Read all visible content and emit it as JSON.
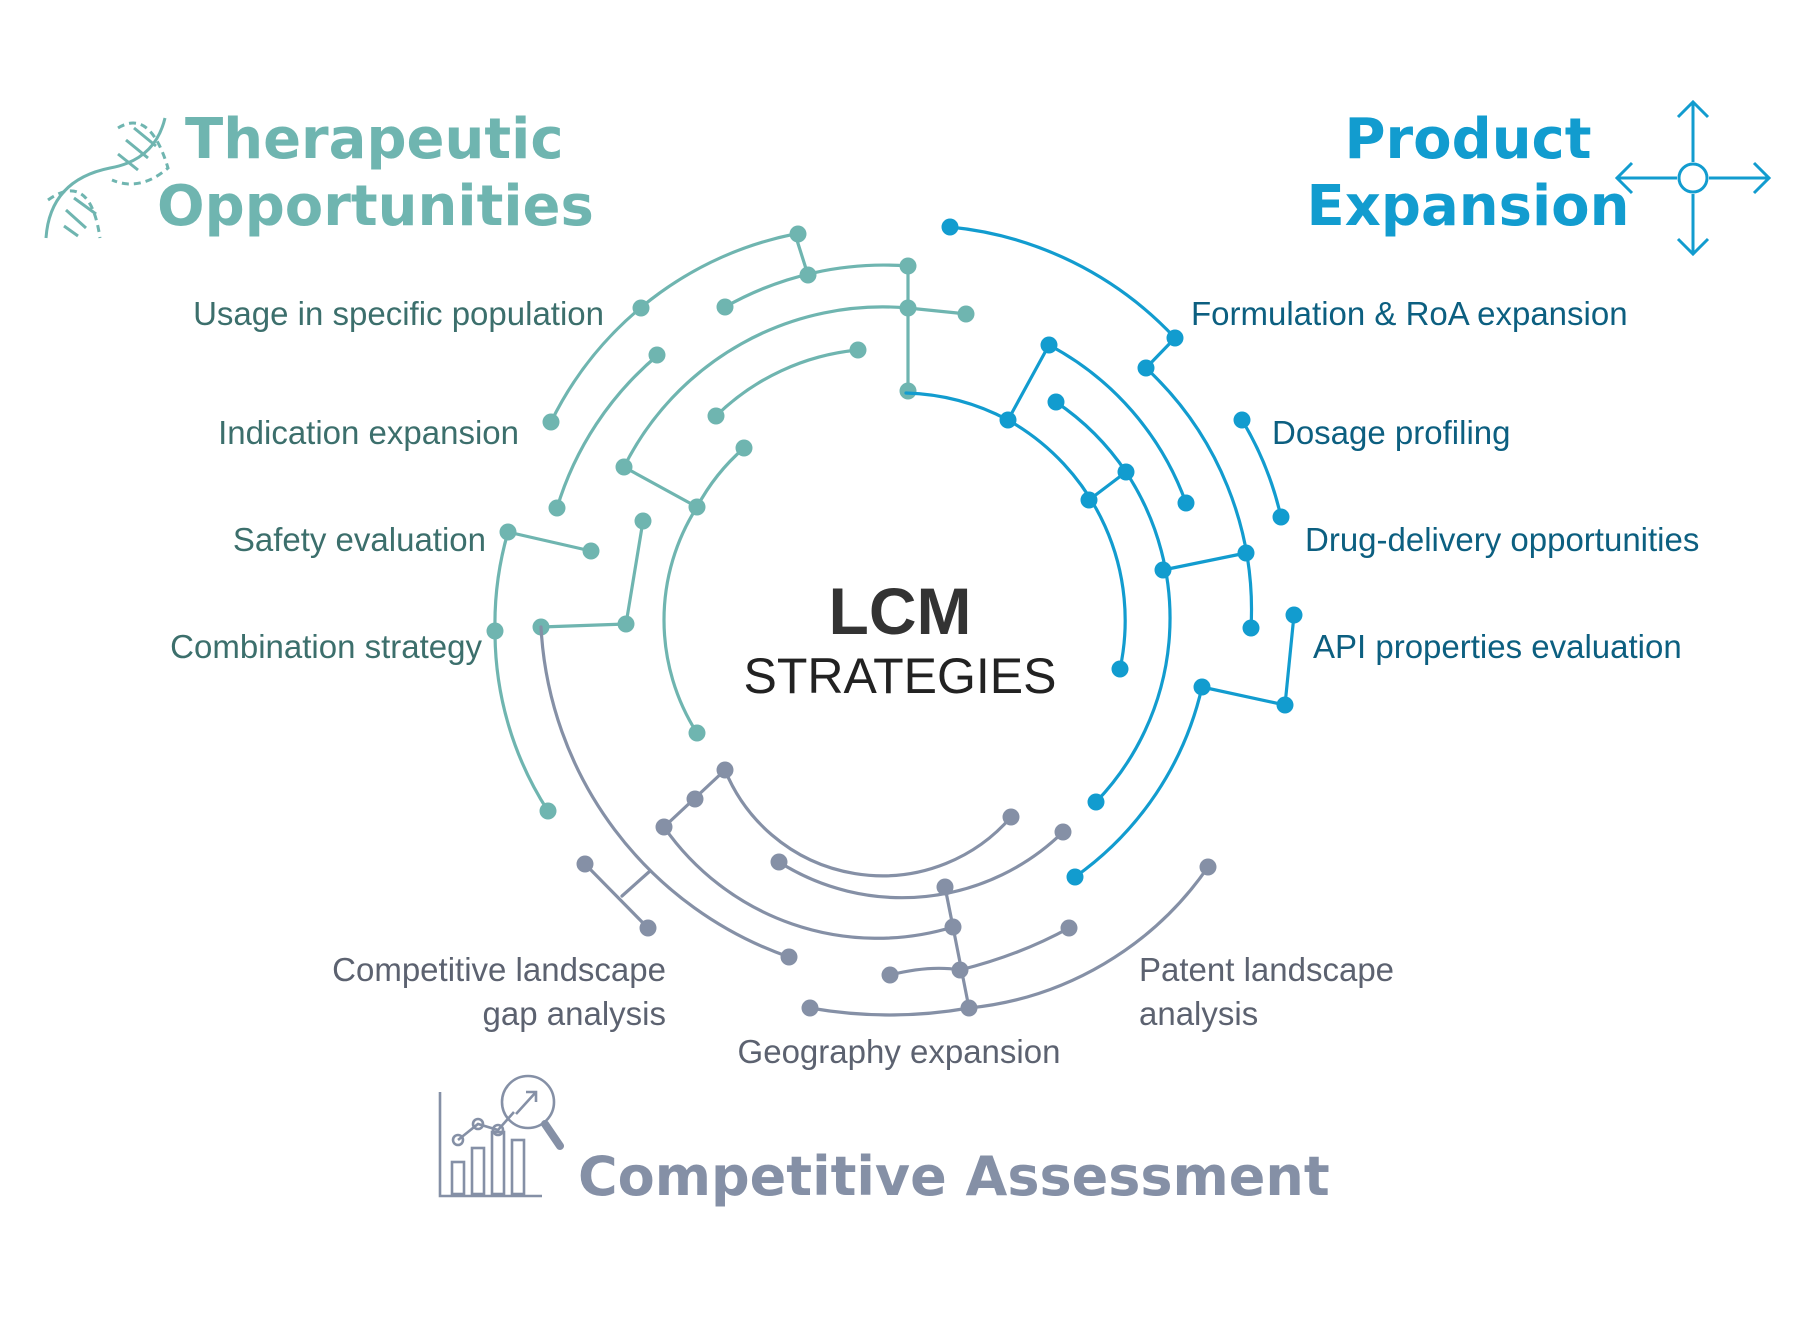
{
  "colors": {
    "therapeutic": "#6fb5b0",
    "therapeutic_text": "#3c6f6c",
    "product": "#129ccf",
    "product_text": "#0c5f80",
    "competitive": "#8590a6",
    "competitive_text": "#5c6270",
    "center": "#333333"
  },
  "center": {
    "line1": "LCM",
    "line2": "STRATEGIES"
  },
  "groups": {
    "therapeutic": {
      "title_line1": "Therapeutic",
      "title_line2": "Opportunities",
      "icon": "dna-icon",
      "items": [
        "Usage in specific population",
        "Indication expansion",
        "Safety evaluation",
        "Combination strategy"
      ]
    },
    "product": {
      "title_line1": "Product",
      "title_line2": "Expansion",
      "icon": "expand-arrows-icon",
      "items": [
        "Formulation & RoA expansion",
        "Dosage profiling",
        "Drug-delivery opportunities",
        "API properties evaluation"
      ]
    },
    "competitive": {
      "title": "Competitive Assessment",
      "icon": "chart-magnifier-icon",
      "items": {
        "landscape_line1": "Competitive landscape",
        "landscape_line2": "gap analysis",
        "geography": "Geography expansion",
        "patent_line1": "Patent landscape",
        "patent_line2": "analysis"
      }
    }
  }
}
